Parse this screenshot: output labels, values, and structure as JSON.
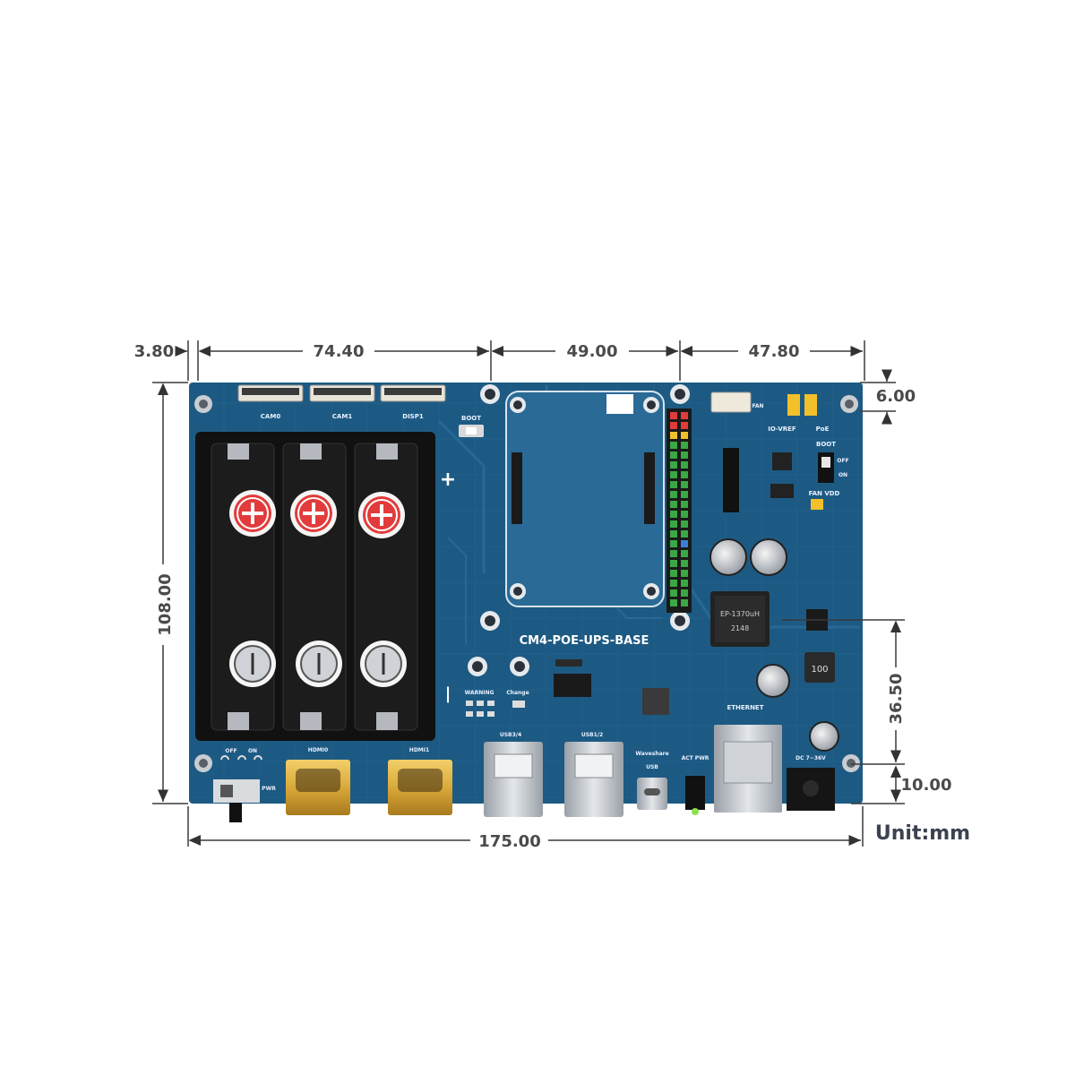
{
  "dimensions": {
    "left_margin": "3.80",
    "cam_section": "74.40",
    "cm4_section": "49.00",
    "right_section": "47.80",
    "top_margin": "6.00",
    "height": "108.00",
    "right_upper": "36.50",
    "right_lower": "10.00",
    "width": "175.00",
    "unit": "Unit:mm"
  },
  "board": {
    "name": "CM4-POE-UPS-BASE",
    "labels": {
      "cam0": "CAM0",
      "cam1": "CAM1",
      "disp1": "DISP1",
      "boot_top": "BOOT",
      "fan": "FAN",
      "io_vref": "IO-VREF",
      "poe": "PoE",
      "boot_right": "BOOT",
      "off": "OFF",
      "on": "ON",
      "fan_vdd": "FAN VDD",
      "inductor": "EP-1370uH",
      "inductor_code": "2148",
      "cap_100": "100",
      "warning": "WARNING",
      "change": "Change",
      "usb34": "USB3/4",
      "usb12": "USB1/2",
      "waveshare": "Waveshare",
      "usb": "USB",
      "act_pwr": "ACT PWR",
      "ethernet": "ETHERNET",
      "dc_in": "DC 7~36V",
      "hdmi0": "HDMI0",
      "hdmi1": "HDMI1",
      "pwr_off": "OFF",
      "pwr_on": "ON",
      "pwr": "PWR",
      "plus": "+",
      "minus": "|"
    }
  },
  "colors": {
    "pcb": "#1d5a83",
    "pcb_dark": "#164a6e",
    "trace": "#2a6f9b",
    "dim_line": "#3a3a3a",
    "battery_holder": "#111111",
    "gold": "#d9a93a",
    "silver": "#c9cdd2"
  }
}
